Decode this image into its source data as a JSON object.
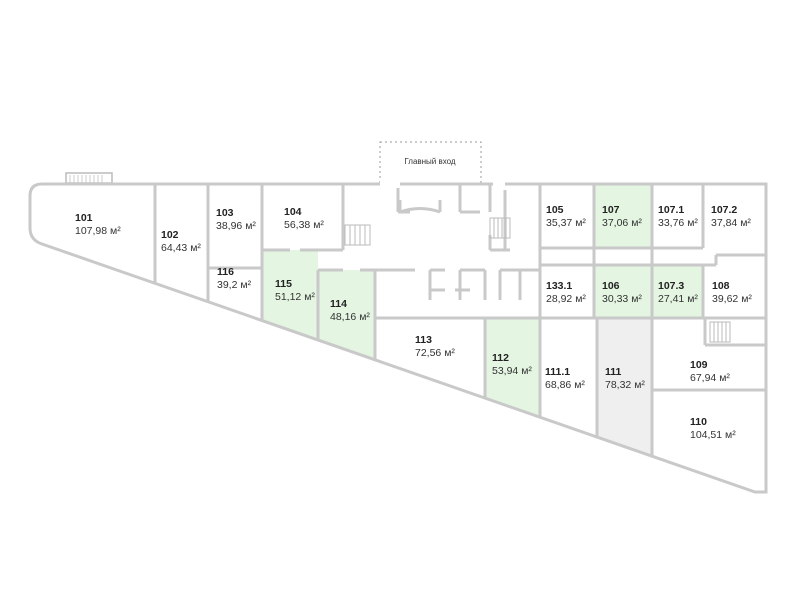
{
  "entrance_label": "Главный вход",
  "colors": {
    "available": "#e4f5e2",
    "occupied": "#efefef",
    "wall": "#c9c9c9"
  },
  "rooms": {
    "r101": {
      "number": "101",
      "area": "107,98 м²",
      "status": "default"
    },
    "r102": {
      "number": "102",
      "area": "64,43 м²",
      "status": "default"
    },
    "r103": {
      "number": "103",
      "area": "38,96 м²",
      "status": "default"
    },
    "r104": {
      "number": "104",
      "area": "56,38 м²",
      "status": "default"
    },
    "r116": {
      "number": "116",
      "area": "39,2 м²",
      "status": "default"
    },
    "r115": {
      "number": "115",
      "area": "51,12 м²",
      "status": "available"
    },
    "r114": {
      "number": "114",
      "area": "48,16 м²",
      "status": "available"
    },
    "r113": {
      "number": "113",
      "area": "72,56 м²",
      "status": "default"
    },
    "r112": {
      "number": "112",
      "area": "53,94 м²",
      "status": "available"
    },
    "r111_1": {
      "number": "111.1",
      "area": "68,86 м²",
      "status": "default"
    },
    "r111": {
      "number": "111",
      "area": "78,32 м²",
      "status": "occupied"
    },
    "r109": {
      "number": "109",
      "area": "67,94 м²",
      "status": "default"
    },
    "r110": {
      "number": "110",
      "area": "104,51 м²",
      "status": "default"
    },
    "r105": {
      "number": "105",
      "area": "35,37 м²",
      "status": "default"
    },
    "r107": {
      "number": "107",
      "area": "37,06 м²",
      "status": "available"
    },
    "r107_1": {
      "number": "107.1",
      "area": "33,76 м²",
      "status": "default"
    },
    "r107_2": {
      "number": "107.2",
      "area": "37,84 м²",
      "status": "default"
    },
    "r133_1": {
      "number": "133.1",
      "area": "28,92 м²",
      "status": "default"
    },
    "r106": {
      "number": "106",
      "area": "30,33 м²",
      "status": "available"
    },
    "r107_3": {
      "number": "107.3",
      "area": "27,41 м²",
      "status": "available"
    },
    "r108": {
      "number": "108",
      "area": "39,62 м²",
      "status": "default"
    }
  }
}
